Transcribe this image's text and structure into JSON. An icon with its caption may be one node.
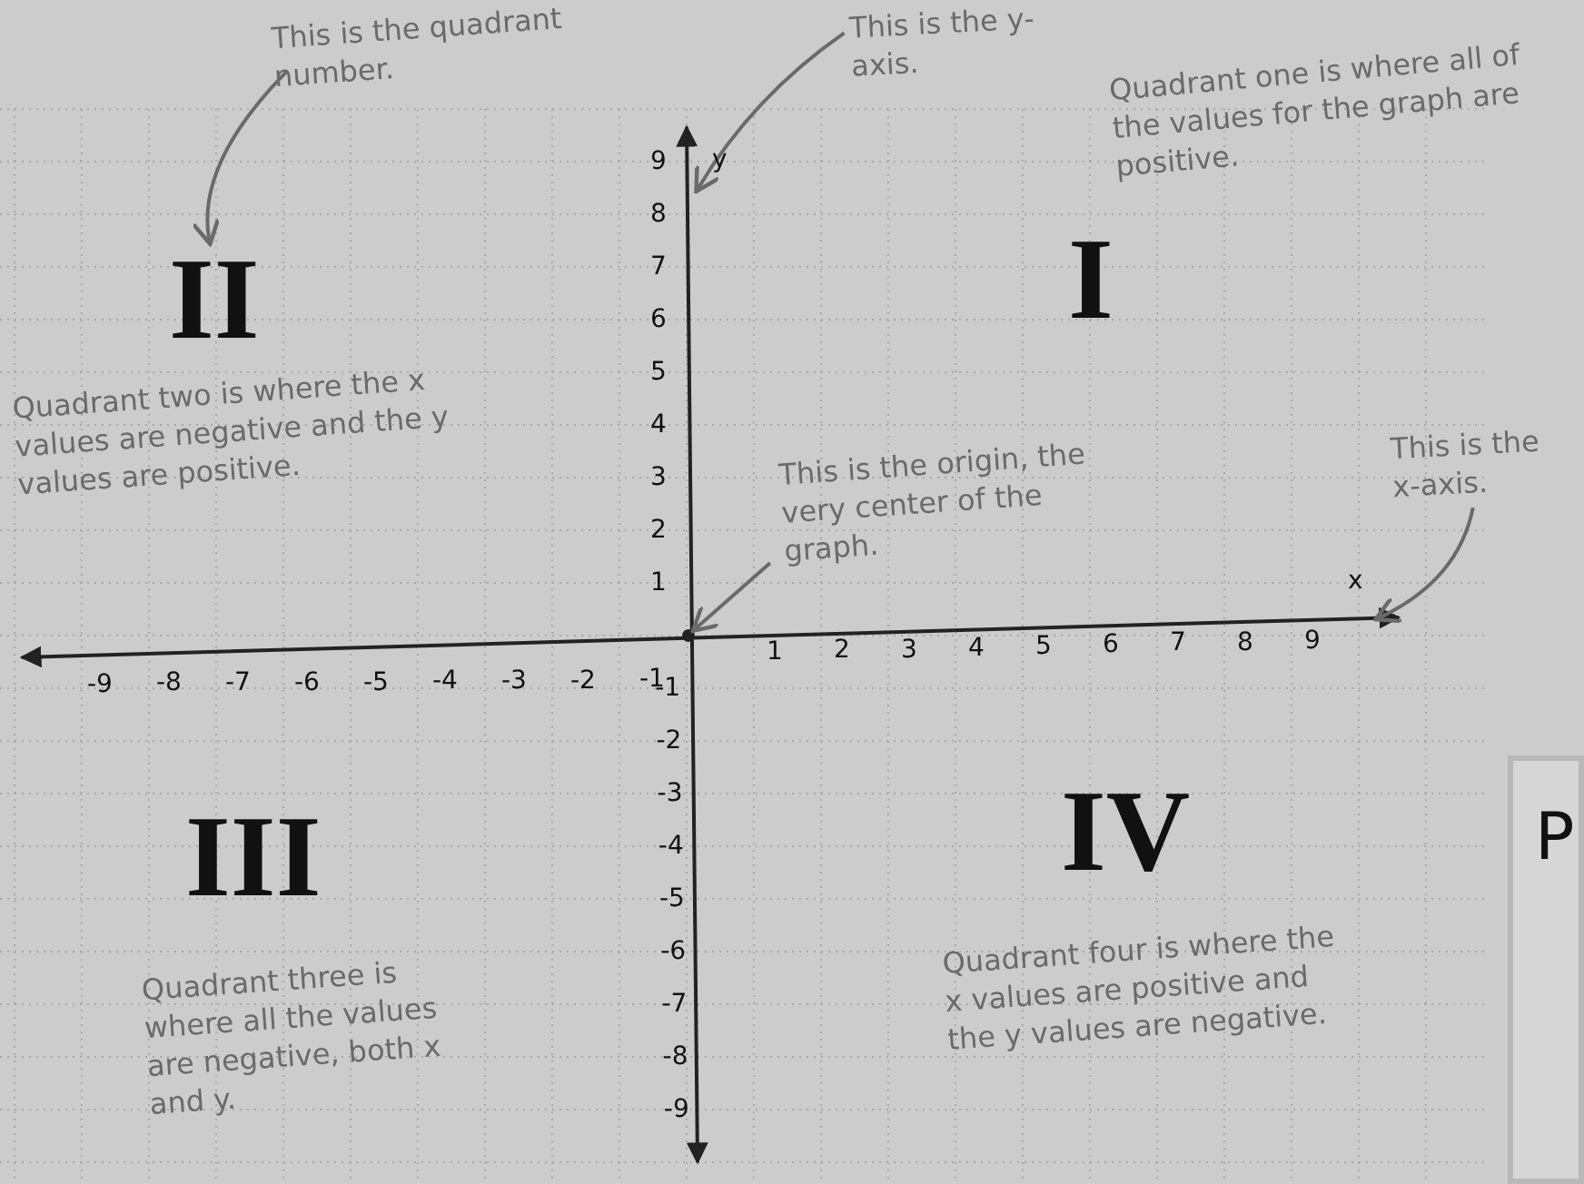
{
  "diagram": {
    "nodes": [
      {
        "text": [
          "This is the quadrant number."
        ]
      },
      {
        "text": [
          "This is the y-axis."
        ]
      },
      {
        "text": [
          "II"
        ]
      },
      {
        "text": [
          "I"
        ]
      },
      {
        "text": [
          "Quadrant one is where all of the values for the graph are positive."
        ]
      },
      {
        "text": [
          "Quadrant two is where the x values are negative and the y values are positive."
        ]
      },
      {
        "text": [
          "This is the origin, the very center of the graph."
        ]
      },
      {
        "text": [
          "This is the x-axis."
        ]
      },
      {
        "text": [
          "III"
        ]
      },
      {
        "text": [
          "IV"
        ]
      },
      {
        "text": [
          "Quadrant three is where all the values are negative, both x and y."
        ]
      },
      {
        "text": [
          "Quadrant four is where the x values are positive and the y values are negative."
        ]
      },
      {
        "text": [
          "P"
        ]
      },
      {
        "text": [],
        "shape": "line"
      },
      {
        "text": [],
        "shape": "line"
      },
      {
        "text": [],
        "shape": "point"
      }
    ],
    "edges": [
      {
        "from": 0,
        "to": 2,
        "arrow": "to"
      },
      {
        "from": 1,
        "to": 13,
        "arrow": "to"
      },
      {
        "from": 6,
        "to": 15,
        "arrow": "to"
      },
      {
        "from": 7,
        "to": 14,
        "arrow": "to"
      }
    ],
    "labels": [
      "y",
      "x",
      "9",
      "8",
      "7",
      "6",
      "5",
      "4",
      "3",
      "2",
      "1",
      "-1",
      "-2",
      "-3",
      "-4",
      "-5",
      "-6",
      "-7",
      "-8",
      "-9",
      "-9",
      "-8",
      "-7",
      "-6",
      "-5",
      "-4",
      "-3",
      "-2",
      "-1",
      "1",
      "2",
      "3",
      "4",
      "5",
      "6",
      "7",
      "8",
      "9"
    ]
  }
}
